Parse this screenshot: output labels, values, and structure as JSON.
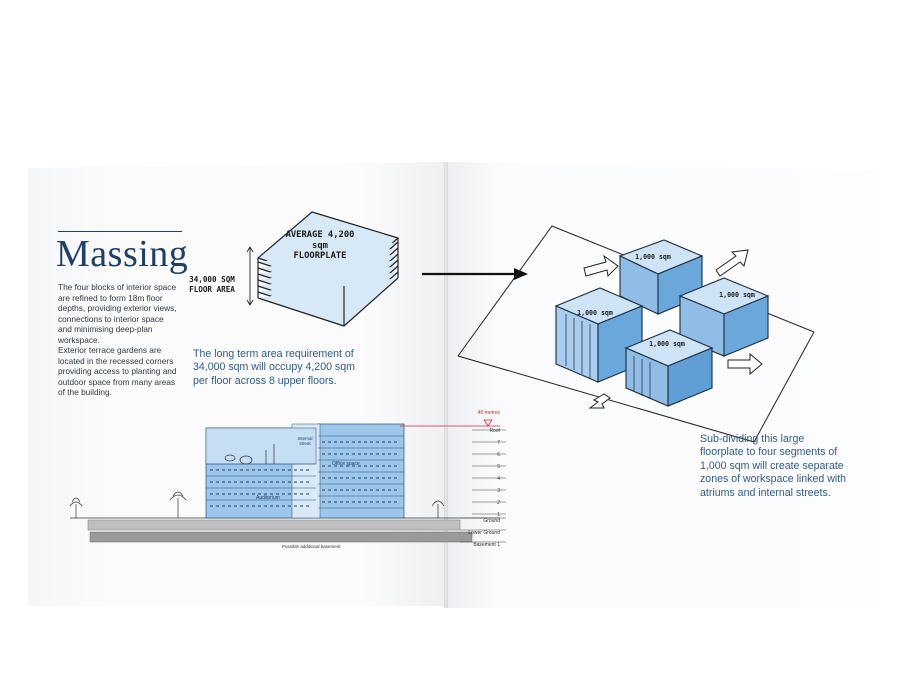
{
  "page": {
    "title": "Massing",
    "paragraph_1": "The four blocks of interior space are refined to form 18m floor depths, providing exterior views, connections to interior space and minimising deep-plan workspace.",
    "paragraph_2": "Exterior terrace gardens are located in the recessed corners providing access to planting and outdoor space from many areas of the building.",
    "caption_left": "The long term area requirement of 34,000 sqm will occupy 4,200 sqm per floor across 8 upper floors.",
    "caption_right": "Sub-dividing this large floorplate to four segments of 1,000 sqm will create separate zones of workspace linked with atriums and internal streets."
  },
  "stack_sketch": {
    "top_label": "AVERAGE 4,200 sqm FLOORPLATE",
    "side_label": "34,000 SQM FLOOR AREA"
  },
  "blocks_sketch": {
    "block_labels": [
      "1,000 sqm",
      "1,000 sqm",
      "1,000 sqm",
      "1,000 sqm"
    ],
    "fill_color": "#8fbde6"
  },
  "section": {
    "height_marker": "40 metres",
    "levels": [
      "Roof",
      "7",
      "6",
      "5",
      "4",
      "3",
      "2",
      "1",
      "Ground",
      "Lower Ground",
      "Basement 1"
    ],
    "labels": {
      "internal_street": "Internal street",
      "office_space": "Office space",
      "auditorium": "Auditorium",
      "basement_note": "Possible additional basement"
    },
    "accent_color": "#d9262e",
    "glass_color": "#9cc6ea"
  }
}
